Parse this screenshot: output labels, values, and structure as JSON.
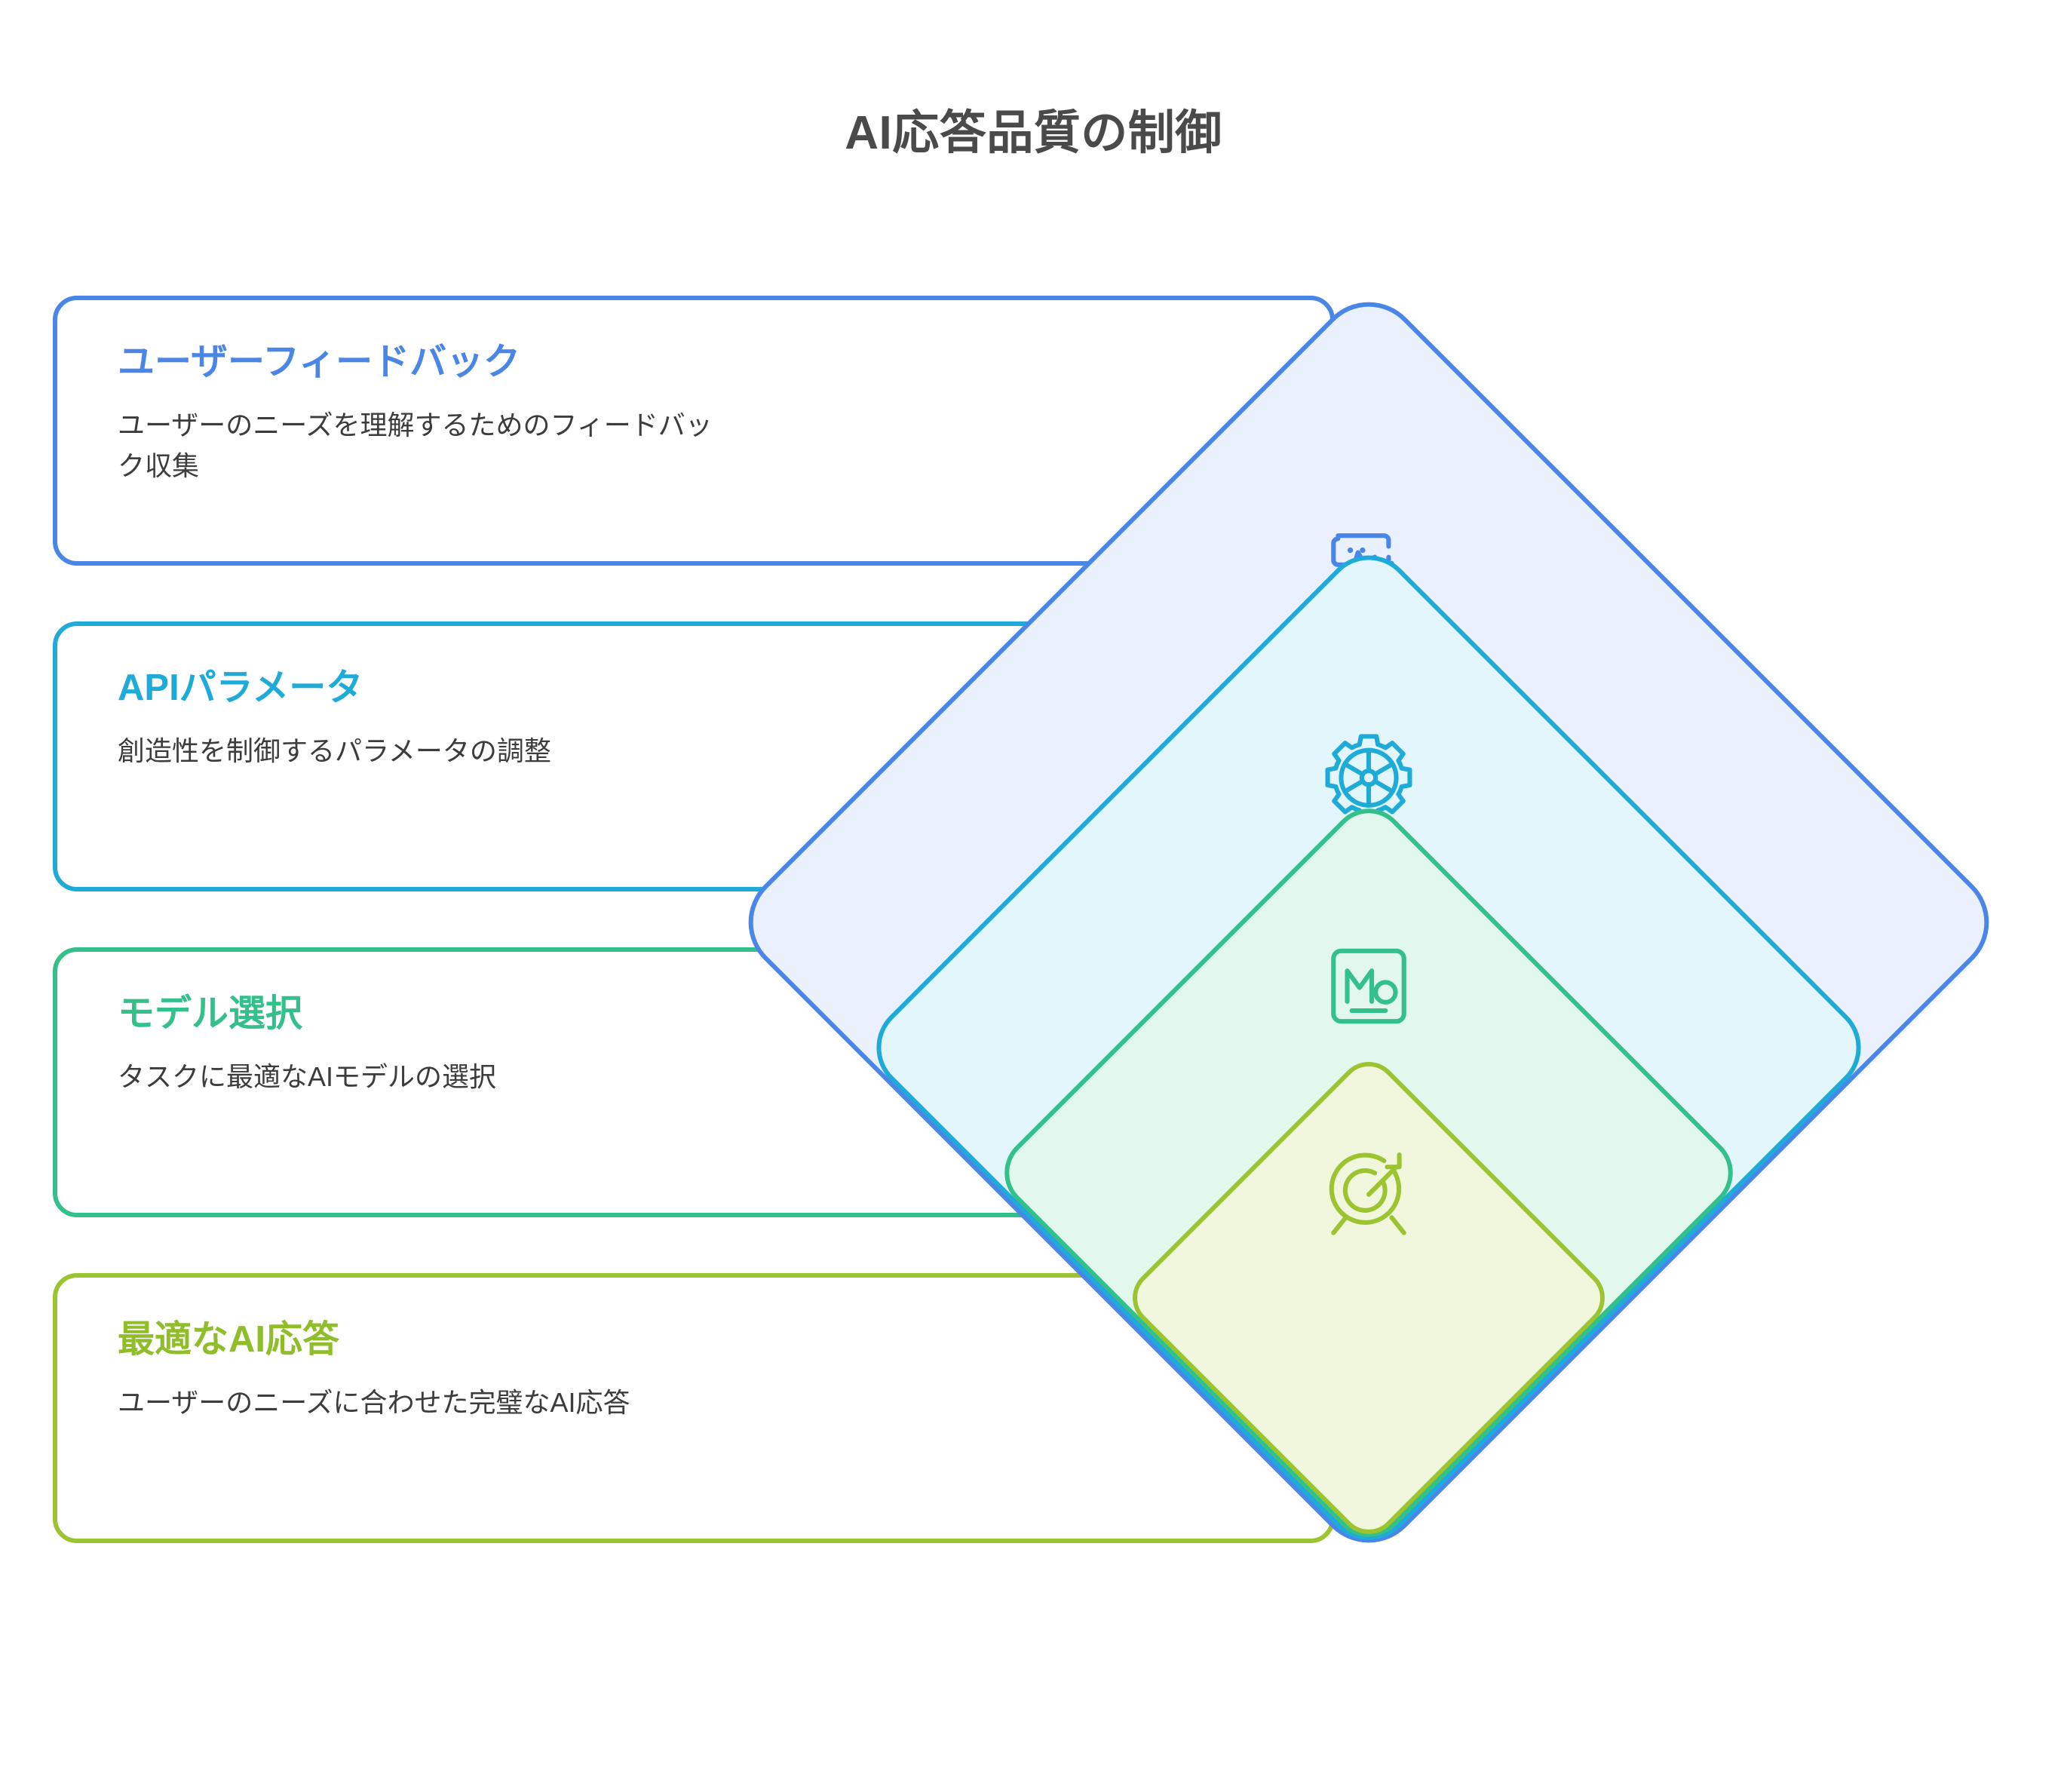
{
  "page": {
    "title": "AI応答品質の制御",
    "background_color": "#ffffff",
    "title_color": "#4a4a4a"
  },
  "steps": [
    {
      "title": "ユーザーフィードバック",
      "description": "ユーザーのニーズを理解するためのフィードバック収集",
      "icon": "cursor-click-feedback-icon",
      "accent_color": "#4a86e8",
      "fill_color": "#eaf0fc"
    },
    {
      "title": "APIパラメータ",
      "description": "創造性を制御するパラメータの調整",
      "icon": "gear-icon",
      "accent_color": "#1fabd8",
      "fill_color": "#e3f6fc"
    },
    {
      "title": "モデル選択",
      "description": "タスクに最適なAIモデルの選択",
      "icon": "model-badge-mo-icon",
      "accent_color": "#33c08a",
      "fill_color": "#e3f8ed"
    },
    {
      "title": "最適なAI応答",
      "description": "ユーザーのニーズに合わせた完璧なAI応答",
      "icon": "target-arrow-icon",
      "accent_color": "#9cc330",
      "fill_color": "#f1f7dc"
    }
  ],
  "icon_text": {
    "model_badge_label": "Mo"
  }
}
